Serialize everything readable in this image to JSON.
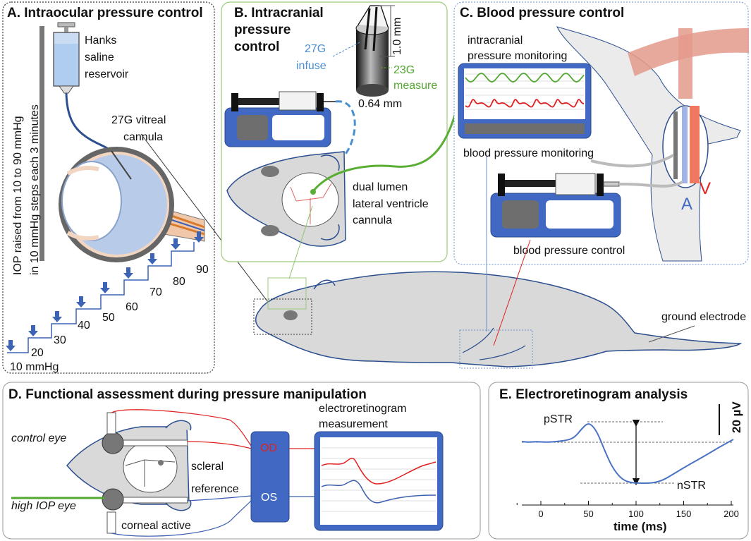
{
  "panel_a": {
    "title": "A. Intraocular pressure control",
    "reservoir_label": [
      "Hanks",
      "saline",
      "reservoir"
    ],
    "cannula_label": [
      "27G vitreal",
      "cannula"
    ],
    "iop_text": [
      "IOP raised from 10 to 90 mmHg",
      "in 10 mmHg steps  each 3 minutes"
    ],
    "steps": [
      "10 mmHg",
      "20",
      "30",
      "40",
      "50",
      "60",
      "70",
      "80",
      "90"
    ]
  },
  "panel_b": {
    "title": [
      "B. Intracranial",
      "pressure",
      "control"
    ],
    "infuse_label": [
      "27G",
      "infuse"
    ],
    "measure_label": [
      "23G",
      "measure"
    ],
    "dim_height": "1.0 mm",
    "dim_width": "0.64 mm",
    "cannula_label": [
      "dual lumen",
      "lateral ventricle",
      "cannula"
    ]
  },
  "panel_c": {
    "title": "C. Blood pressure control",
    "icp_label": [
      "intracranial",
      "pressure monitoring"
    ],
    "bp_monitor_label": "blood pressure monitoring",
    "bp_control_label": "blood pressure control",
    "artery_label": "A",
    "vein_label": "V"
  },
  "rat": {
    "ground_label": "ground electrode"
  },
  "panel_d": {
    "title": "D. Functional assessment during pressure manipulation",
    "control_eye": "control eye",
    "high_iop_eye": "high IOP eye",
    "scleral_label": [
      "scleral",
      "reference"
    ],
    "corneal_label": "corneal active",
    "od_label": "OD",
    "os_label": "OS",
    "erg_label": [
      "electroretinogram",
      "measurement"
    ]
  },
  "panel_e": {
    "title": "E. Electroretinogram analysis",
    "pstr_label": "pSTR",
    "nstr_label": "nSTR",
    "scale_label": "20 µV",
    "xlabel": "time (ms)",
    "x_ticks": [
      "0",
      "50",
      "100",
      "150",
      "200"
    ]
  },
  "colors": {
    "device_blue": "#4169c4",
    "trace_red": "#e02020",
    "trace_green": "#52a830",
    "infuse_blue": "#4a8fd0",
    "vessel_red": "#e49a8c",
    "rat_gray": "#d9d9d9"
  }
}
